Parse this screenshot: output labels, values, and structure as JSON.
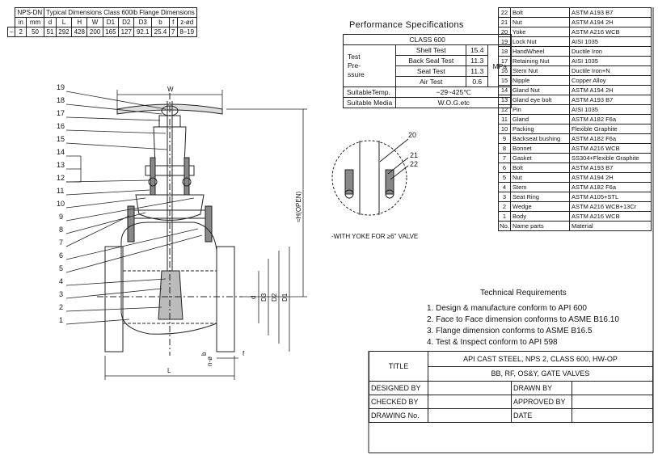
{
  "dimensions_table": {
    "head1": [
      "NPS-DN",
      "Typical Dimensions  Class 600lb Flange Dimensions"
    ],
    "head2": [
      "in",
      "mm",
      "d",
      "L",
      "H",
      "W",
      "D1",
      "D2",
      "D3",
      "b",
      "f",
      "z-ød"
    ],
    "row": [
      "–",
      "2",
      "50",
      "51",
      "292",
      "428",
      "200",
      "165",
      "127",
      "92.1",
      "25.4",
      "7",
      "8–19"
    ]
  },
  "performance": {
    "title": "Performance Specifications",
    "class": "CLASS 600",
    "group_label_lines": [
      "Test",
      "Pre-",
      "ssure"
    ],
    "tests": [
      {
        "name": "Shell Test",
        "value": "15.4"
      },
      {
        "name": "Back Seal Test",
        "value": "11.3"
      },
      {
        "name": "Seal Test",
        "value": "11.3"
      },
      {
        "name": "Air Test",
        "value": "0.6"
      }
    ],
    "unit": "MPa",
    "temp_label": "SuitableTemp.",
    "temp_value": "−29~425℃",
    "media_label": "Suitable Media",
    "media_value": "W.O.G.etc"
  },
  "parts": [
    {
      "no": "22",
      "name": "Bolt",
      "material": "ASTM  A193  B7"
    },
    {
      "no": "21",
      "name": "Nut",
      "material": "ASTM  A194  2H"
    },
    {
      "no": "20",
      "name": "Yoke",
      "material": "ASTM  A216  WCB"
    },
    {
      "no": "19",
      "name": "Lock Nut",
      "material": "AISI 1035"
    },
    {
      "no": "18",
      "name": "HandWheel",
      "material": "Ductile Iron"
    },
    {
      "no": "17",
      "name": "Retaining Nut",
      "material": "AISI 1035"
    },
    {
      "no": "16",
      "name": "Stem Nut",
      "material": "Ductile Iron+N"
    },
    {
      "no": "15",
      "name": "Nipple",
      "material": "Copper Alloy"
    },
    {
      "no": "14",
      "name": "Gland Nut",
      "material": "ASTM  A194  2H"
    },
    {
      "no": "13",
      "name": "Gland eye bolt",
      "material": "ASTM  A193  B7"
    },
    {
      "no": "12",
      "name": "Pin",
      "material": "AISI 1035"
    },
    {
      "no": "11",
      "name": "Gland",
      "material": "ASTM  A182  F6a"
    },
    {
      "no": "10",
      "name": "Packing",
      "material": "Flexible Graphite"
    },
    {
      "no": "9",
      "name": "Backseat bushing",
      "material": "ASTM  A182  F6a"
    },
    {
      "no": "8",
      "name": "Bonnet",
      "material": "ASTM  A216  WCB"
    },
    {
      "no": "7",
      "name": "Gasket",
      "material": "SS304+Flexible Graphite"
    },
    {
      "no": "6",
      "name": "Bolt",
      "material": "ASTM  A193  B7"
    },
    {
      "no": "5",
      "name": "Nut",
      "material": "ASTM  A194  2H"
    },
    {
      "no": "4",
      "name": "Stem",
      "material": "ASTM  A182  F6a"
    },
    {
      "no": "3",
      "name": "Seat Ring",
      "material": "ASTM  A105+STL"
    },
    {
      "no": "2",
      "name": "Wedge",
      "material": "ASTM  A216  WCB+13Cr"
    },
    {
      "no": "1",
      "name": "Body",
      "material": "ASTM  A216  WCB"
    }
  ],
  "parts_header": {
    "no": "No.",
    "name": "Name parts",
    "material": "Material"
  },
  "technical": {
    "title": "Technical Requirements",
    "items": [
      "1. Design & manufacture conform to API 600",
      "2. Face to Face dimension conforms to ASME B16.10",
      "3. Flange dimension conforms to ASME B16.5",
      "4. Test & Inspect conform to API 598"
    ]
  },
  "title_block": {
    "title_label": "TITLE",
    "title_line1": "API CAST STEEL, NPS 2, CLASS 600, HW-OP",
    "title_line2": "BB, RF, OS&Y, GATE VALVES",
    "designed_by": "DESIGNED BY",
    "drawn_by": "DRAWN BY",
    "checked_by": "CHECKED  BY",
    "approved_by": "APPROVED BY",
    "drawing_no": "DRAWING No.",
    "date": "DATE"
  },
  "drawing": {
    "callouts": [
      "19",
      "18",
      "17",
      "16",
      "15",
      "14",
      "13",
      "12",
      "11",
      "10",
      "9",
      "8",
      "7",
      "6",
      "5",
      "4",
      "3",
      "2",
      "1"
    ],
    "dim_w": "W",
    "dim_h": "≈H(OPEN)",
    "dim_l": "L",
    "dim_d": "d",
    "dim_d3": "D3",
    "dim_d2": "D2",
    "dim_d1": "D1",
    "dim_b": "b",
    "dim_nd": "n-ø",
    "dim_f": "f",
    "detail_callouts": [
      "20",
      "21",
      "22"
    ],
    "detail_note": "-WITH YOKE FOR ≥6\" VALVE"
  },
  "colors": {
    "ink": "#111111",
    "paper": "#ffffff"
  }
}
